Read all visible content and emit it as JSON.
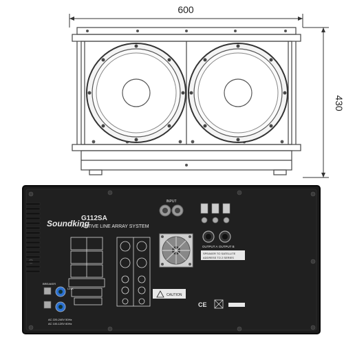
{
  "drawing": {
    "width_label": "600",
    "height_label": "430"
  },
  "panel": {
    "brand": "Soundking",
    "model": "G112SA",
    "subtitle": "ACTIVE LINE ARRAY SYSTEM",
    "input_label": "INPUT",
    "output_a_label": "OUTPUT A",
    "output_b_label": "OUTPUT B",
    "speaker_note_line1": "SPEAKER TO SATELLITE",
    "speaker_note_line2": "ADDRESS TO 2 SERIES",
    "link_label": "LINK",
    "breaker_label": "BREAKER",
    "power_line1": "AC 220-240V 50Hz",
    "power_line2": "AC 100-120V 60Hz",
    "warning_text": "CAUTION",
    "ce_mark": "CE"
  },
  "colors": {
    "panel_bg": "#1c1c1c",
    "panel_border": "#0a0a0a",
    "line": "#333333",
    "power_connector": "#2a6fd1"
  }
}
